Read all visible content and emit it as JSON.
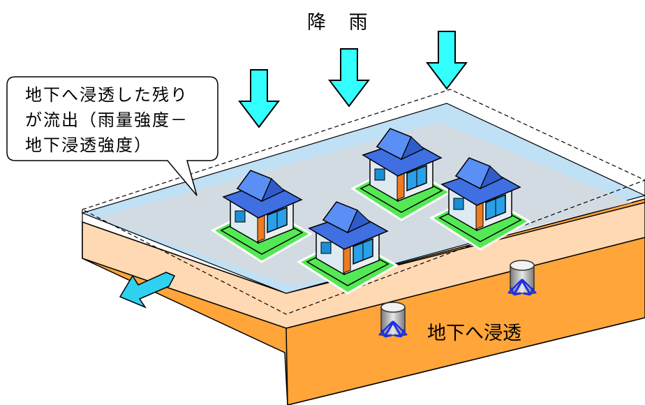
{
  "title": "降 雨",
  "callout": {
    "line1": "地下へ浸透した残り",
    "line2": "が流出（雨量強度－",
    "line3": "地下浸透強度）"
  },
  "infiltration_label": "地下へ浸透",
  "colors": {
    "rain_arrow": "#33ffff",
    "surface": "#d3dbe2",
    "water_layer": "#bfe0f5",
    "soil_top": "#ffd9b3",
    "soil_body": "#ffa53a",
    "roof": "#3f6fe0",
    "lawn": "#55e855",
    "outflow_arrow": "#30d0f0",
    "infiltration_arrow": "#1e2fe0"
  },
  "icons": {
    "rain": "down-arrow-icon",
    "outflow": "outflow-arrow-icon",
    "infiltration": "infiltration-pit-icon",
    "house": "house-icon"
  }
}
